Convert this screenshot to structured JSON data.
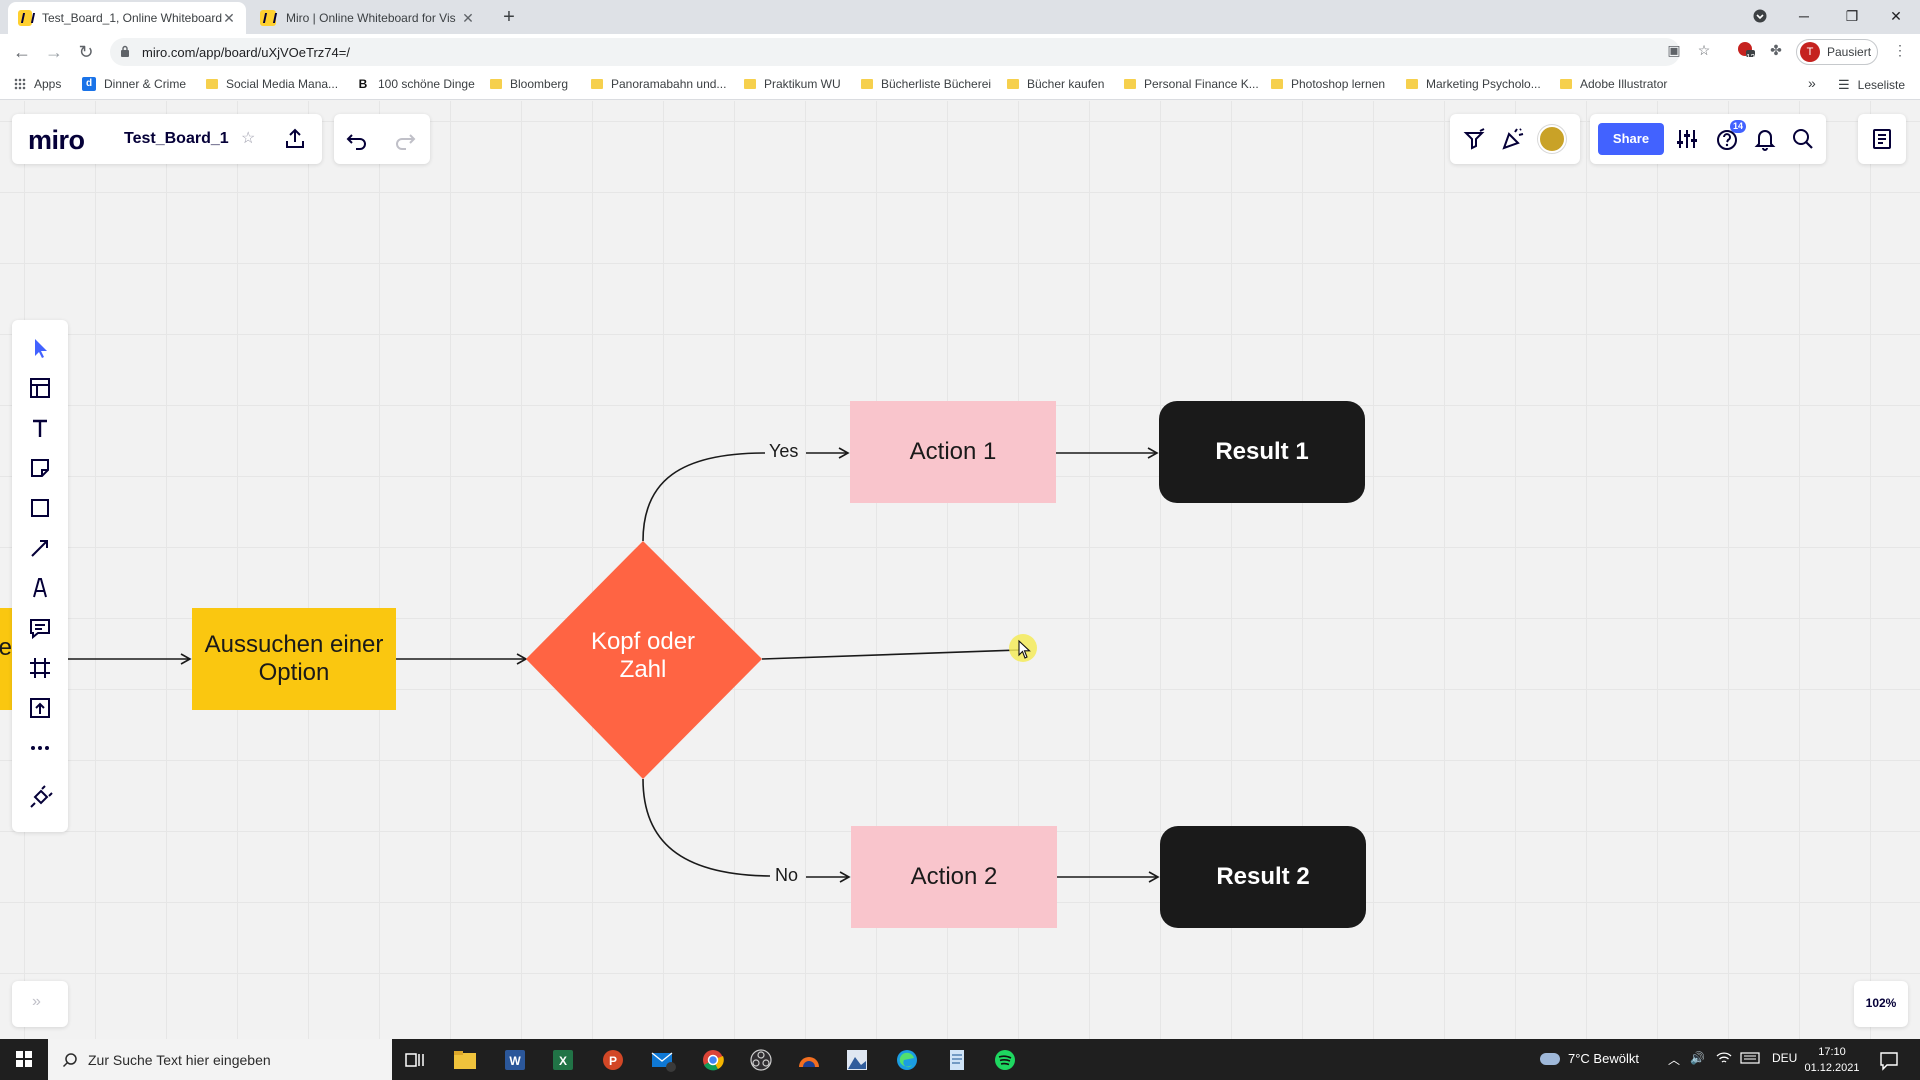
{
  "browser": {
    "tabs": [
      {
        "title": "Test_Board_1, Online Whiteboard",
        "active": true
      },
      {
        "title": "Miro | Online Whiteboard for Vis",
        "active": false
      }
    ],
    "new_tab": "+",
    "url": "miro.com/app/board/uXjVOeTrz74=/",
    "profile_initial": "T",
    "profile_status": "Pausiert",
    "extension_badge": "12"
  },
  "bookmarks": [
    "Apps",
    "Dinner & Crime",
    "Social Media Mana...",
    "100 schöne Dinge",
    "Bloomberg",
    "Panoramabahn und...",
    "Praktikum WU",
    "Bücherliste Bücherei",
    "Bücher kaufen",
    "Personal Finance K...",
    "Photoshop lernen",
    "Marketing Psycholo...",
    "Adobe Illustrator"
  ],
  "bookmarks_overflow": "»",
  "reading_list": "Leseliste",
  "miro": {
    "logo": "miro",
    "board_name": "Test_Board_1",
    "share_label": "Share",
    "help_badge": "14",
    "zoom": "102%",
    "collapse_glyph": "»",
    "accent_color": "#4262ff"
  },
  "flowchart": {
    "left_edge_text": "e",
    "aussuchen": "Aussuchen einer Option",
    "kopf": "Kopf oder Zahl",
    "action1": "Action 1",
    "action2": "Action 2",
    "result1": "Result 1",
    "result2": "Result 2",
    "yes_label": "Yes",
    "no_label": "No",
    "colors": {
      "yellow": "#fac710",
      "orange": "#ff6443",
      "pink": "#f9c5cc",
      "black": "#1a1a1a"
    }
  },
  "taskbar": {
    "search_placeholder": "Zur Suche Text hier eingeben",
    "weather": "7°C  Bewölkt",
    "language": "DEU",
    "time": "17:10",
    "date": "01.12.2021"
  }
}
